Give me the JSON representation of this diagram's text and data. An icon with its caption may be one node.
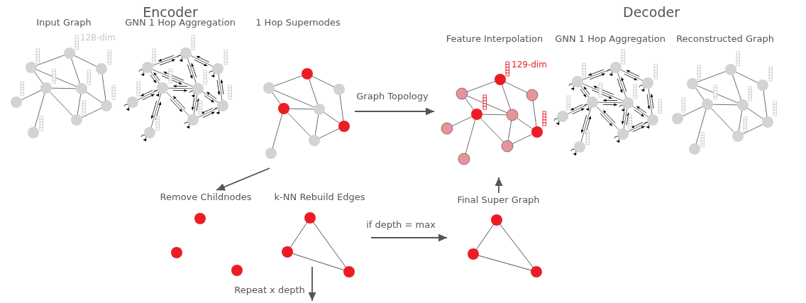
{
  "diagram": {
    "nodes": [
      {
        "text": [
          "Input Graph"
        ]
      },
      {
        "text": [
          "GNN 1 Hop Aggregation"
        ]
      },
      {
        "text": [
          "1 Hop Supernodes"
        ]
      },
      {
        "text": [
          "Feature Interpolation"
        ]
      },
      {
        "text": [
          "GNN 1 Hop Aggregation"
        ]
      },
      {
        "text": [
          "Reconstructed Graph"
        ]
      },
      {
        "text": [
          "Remove Childnodes"
        ]
      },
      {
        "text": [
          "k-NN Rebuild Edges"
        ]
      },
      {
        "text": [
          "Final Super Graph"
        ]
      }
    ],
    "edges": [
      {
        "from": 2,
        "to": 3,
        "arrow": "to",
        "label": "Graph Topology"
      },
      {
        "from": 2,
        "to": 6,
        "arrow": "to"
      },
      {
        "from": 7,
        "to": 8,
        "arrow": "to",
        "label": "if depth = max"
      },
      {
        "from": 8,
        "to": 3,
        "arrow": "to"
      },
      {
        "from": 7,
        "to": null,
        "arrow": "to",
        "label": "Repeat x depth"
      }
    ],
    "labels": [
      "Encoder",
      "Decoder",
      "128-dim",
      "129-dim"
    ]
  }
}
